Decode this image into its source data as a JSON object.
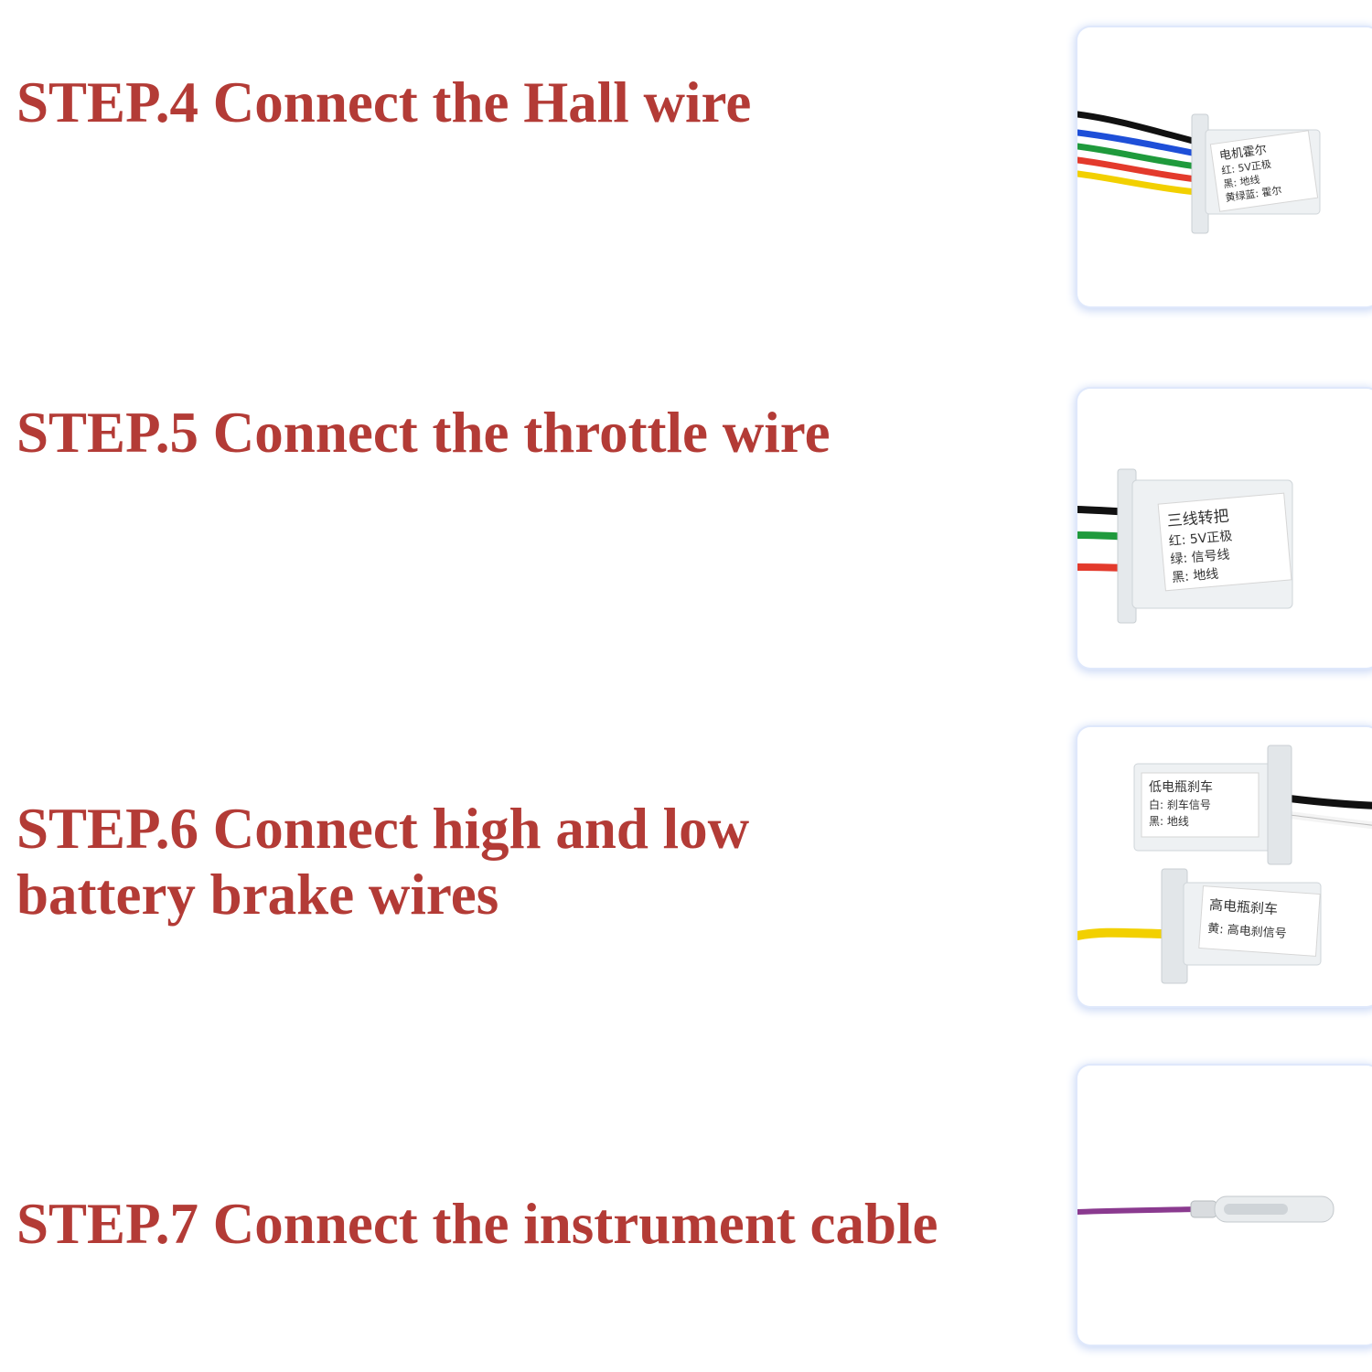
{
  "steps": [
    {
      "title": "STEP.4 Connect the Hall wire",
      "label": {
        "line1": "电机霍尔",
        "line2": "红: 5V正极",
        "line3": "黑: 地线",
        "line4": "黄绿蓝: 霍尔"
      },
      "wire_colors": [
        "#111111",
        "#1e4fd8",
        "#1f9a3c",
        "#e33a2c",
        "#f2d000"
      ]
    },
    {
      "title": "STEP.5 Connect the throttle wire",
      "label": {
        "line1": "三线转把",
        "line2": "红: 5V正极",
        "line3": "绿: 信号线",
        "line4": "黑: 地线"
      },
      "wire_colors": [
        "#111111",
        "#1f9a3c",
        "#e33a2c"
      ]
    },
    {
      "title_line1": "STEP.6 Connect high and low",
      "title_line2": "battery brake wires",
      "label_low": {
        "line1": "低电瓶刹车",
        "line2": "白: 刹车信号",
        "line3": "黑: 地线"
      },
      "label_high": {
        "line1": "高电瓶刹车",
        "line2": "黄: 高电刹信号"
      },
      "wire_colors": [
        "#111111",
        "#f2f2f2",
        "#f2d000"
      ]
    },
    {
      "title": "STEP.7 Connect the instrument cable",
      "wire_colors": [
        "#8a3a8f"
      ]
    }
  ],
  "colors": {
    "title_text": "#b33b36",
    "card_glow": "#cbd9f6",
    "connector": "#e8ecef"
  }
}
